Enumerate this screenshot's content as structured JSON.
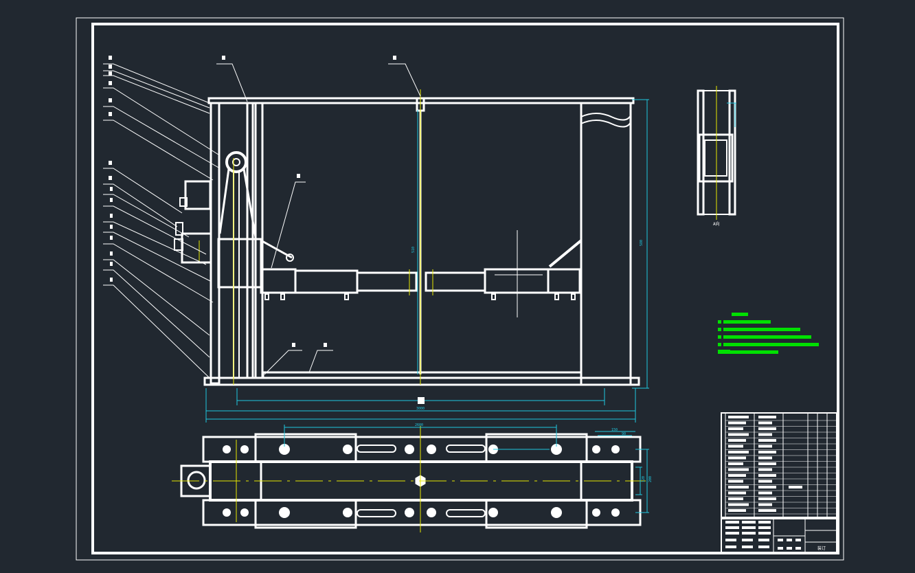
{
  "drawing": {
    "colors": {
      "background": "#212830",
      "outline": "#ffffff",
      "leader": "#ffffff",
      "centerline": "#e8e800",
      "dimension": "#20c8e0",
      "notes": "#00e000"
    },
    "view_label": "A向",
    "dimensions": {
      "overall_height": "580",
      "inner_height": "510",
      "overall_width": "3000",
      "plan_width": "2600",
      "small_a": "150",
      "small_b": "90",
      "side_a": "200",
      "side_b": "120"
    },
    "title_block": {
      "drawing_no_mark": "装订"
    }
  }
}
